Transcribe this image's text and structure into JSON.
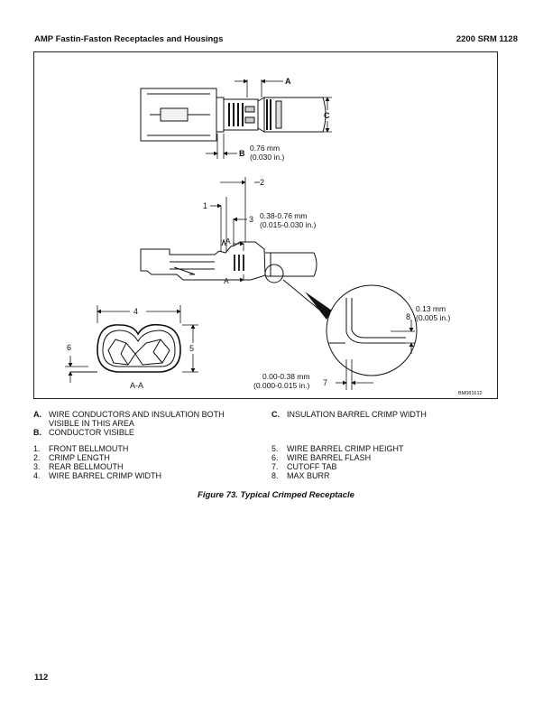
{
  "header": {
    "title": "AMP Fastin-Faston Receptacles and Housings",
    "doc_id": "2200 SRM 1128"
  },
  "figure": {
    "callouts": {
      "a": "A",
      "b": "B",
      "c": "C",
      "n1": "1",
      "n2": "2",
      "n3": "3",
      "n4": "4",
      "n5": "5",
      "n6": "6",
      "n7": "7",
      "n8": "8",
      "aa1": "A",
      "aa2": "A",
      "section": "A-A"
    },
    "dimensions": {
      "b_mm": "0.76 mm",
      "b_in": "(0.030 in.)",
      "n3_mm": "0.38-0.76 mm",
      "n3_in": "(0.015-0.030 in.)",
      "n8_mm": "0.13 mm",
      "n8_in": "(0.005 in.)",
      "n7_mm": "0.00-0.38 mm",
      "n7_in": "(0.000-0.015 in.)"
    },
    "figure_code": "BM081612"
  },
  "legend": {
    "letters": [
      {
        "key": "A.",
        "text": "WIRE CONDUCTORS AND INSULATION BOTH VISIBLE IN THIS AREA"
      },
      {
        "key": "B.",
        "text": "CONDUCTOR VISIBLE"
      },
      {
        "key": "C.",
        "text": "INSULATION BARREL CRIMP WIDTH"
      }
    ],
    "numbers_left": [
      {
        "key": "1.",
        "text": "FRONT BELLMOUTH"
      },
      {
        "key": "2.",
        "text": "CRIMP LENGTH"
      },
      {
        "key": "3.",
        "text": "REAR BELLMOUTH"
      },
      {
        "key": "4.",
        "text": "WIRE BARREL CRIMP WIDTH"
      }
    ],
    "numbers_right": [
      {
        "key": "5.",
        "text": "WIRE BARREL CRIMP HEIGHT"
      },
      {
        "key": "6.",
        "text": "WIRE BARREL FLASH"
      },
      {
        "key": "7.",
        "text": "CUTOFF TAB"
      },
      {
        "key": "8.",
        "text": "MAX BURR"
      }
    ]
  },
  "caption": "Figure 73. Typical Crimped Receptacle",
  "page_number": "112"
}
